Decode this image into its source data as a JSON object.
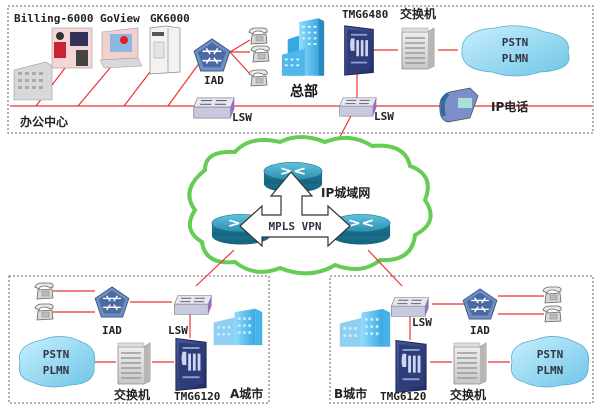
{
  "diagram": {
    "title": "IP MAN MPLS VPN network topology",
    "headquarters": {
      "region_label": "办公中心",
      "building_label": "总部",
      "servers": [
        {
          "label": "Billing-6000"
        },
        {
          "label": "GoView"
        },
        {
          "label": "GK6000"
        }
      ],
      "iad_label": "IAD",
      "lsw_left_label": "LSW",
      "lsw_right_label": "LSW",
      "tmg_label": "TMG6480",
      "switch_label": "交换机",
      "pstn_line1": "PSTN",
      "pstn_line2": "PLMN",
      "ip_phone_label": "IP电话"
    },
    "core": {
      "network_label": "IP城域网",
      "vpn_label": "MPLS VPN"
    },
    "city_a": {
      "region_label": "A城市",
      "iad_label": "IAD",
      "lsw_label": "LSW",
      "tmg_label": "TMG6120",
      "switch_label": "交换机",
      "pstn_line1": "PSTN",
      "pstn_line2": "PLMN"
    },
    "city_b": {
      "region_label": "B城市",
      "iad_label": "IAD",
      "lsw_label": "LSW",
      "tmg_label": "TMG6120",
      "switch_label": "交换机",
      "pstn_line1": "PSTN",
      "pstn_line2": "PLMN"
    },
    "colors": {
      "link": "#ee3333",
      "cloud_border": "#66cc55",
      "router": "#2a8fb0",
      "pstn_cloud": "#8fd3ee",
      "building": "#55bbee"
    }
  }
}
